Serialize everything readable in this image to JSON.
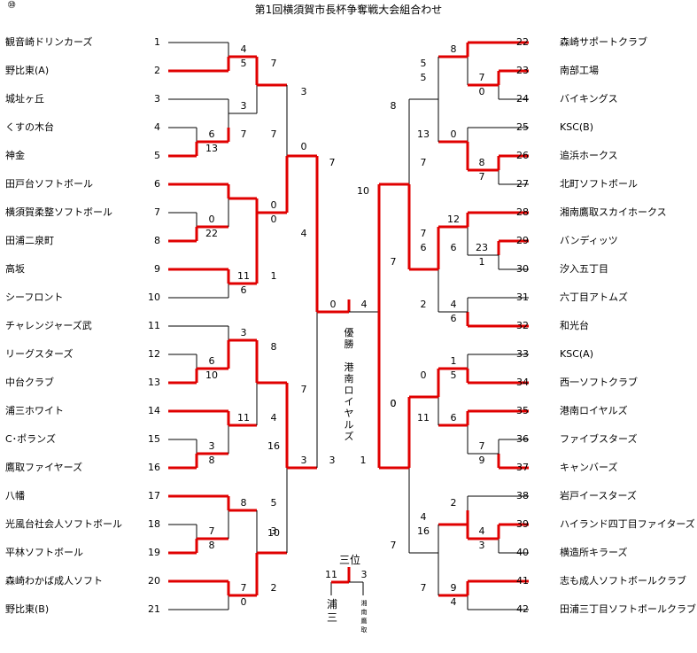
{
  "title": "第1回横須賀市長杯争奪戦大会組合わせ",
  "left_teams": [
    {
      "no": "1",
      "name": "観音崎ドリンカーズ"
    },
    {
      "no": "2",
      "name": "野比東(A)"
    },
    {
      "no": "3",
      "name": "城址ヶ丘"
    },
    {
      "no": "4",
      "name": "くすの木台"
    },
    {
      "no": "5",
      "name": "神金"
    },
    {
      "no": "6",
      "name": "田戸台ソフトボール"
    },
    {
      "no": "7",
      "name": "横須賀柔整ソフトボール"
    },
    {
      "no": "8",
      "name": "田浦二泉町"
    },
    {
      "no": "9",
      "name": "高坂"
    },
    {
      "no": "10",
      "name": "シーフロント"
    },
    {
      "no": "11",
      "name": "チャレンジャーズ武"
    },
    {
      "no": "12",
      "name": "リーグスターズ"
    },
    {
      "no": "13",
      "name": "中台クラブ"
    },
    {
      "no": "14",
      "name": "浦三ホワイト"
    },
    {
      "no": "15",
      "name": "C･ポランズ"
    },
    {
      "no": "16",
      "name": "鷹取ファイヤーズ"
    },
    {
      "no": "17",
      "name": "八幡"
    },
    {
      "no": "18",
      "name": "光風台社会人ソフトボール"
    },
    {
      "no": "19",
      "name": "平林ソフトボール"
    },
    {
      "no": "20",
      "name": "森崎わかば成人ソフト"
    },
    {
      "no": "21",
      "name": "野比東(B)"
    }
  ],
  "right_teams": [
    {
      "no": "22",
      "name": "森崎サポートクラブ"
    },
    {
      "no": "23",
      "name": "南部工場"
    },
    {
      "no": "24",
      "name": "バイキングス"
    },
    {
      "no": "25",
      "name": "KSC(B)"
    },
    {
      "no": "26",
      "name": "追浜ホークス"
    },
    {
      "no": "27",
      "name": "北町ソフトボール"
    },
    {
      "no": "28",
      "name": "湘南鷹取スカイホークス"
    },
    {
      "no": "29",
      "name": "バンディッツ"
    },
    {
      "no": "30",
      "name": "汐入五丁目"
    },
    {
      "no": "31",
      "name": "六丁目アトムズ"
    },
    {
      "no": "32",
      "name": "和光台"
    },
    {
      "no": "33",
      "name": "KSC(A)"
    },
    {
      "no": "34",
      "name": "西一ソフトクラブ"
    },
    {
      "no": "35",
      "name": "港南ロイヤルズ"
    },
    {
      "no": "36",
      "name": "ファイブスターズ"
    },
    {
      "no": "37",
      "name": "キャンバーズ"
    },
    {
      "no": "38",
      "name": "岩戸イースターズ"
    },
    {
      "no": "39",
      "name": "ハイランド四丁目ファイターズ"
    },
    {
      "no": "40",
      "name": "横造所キラーズ"
    },
    {
      "no": "41",
      "name": "志も成人ソフトボールクラブ"
    },
    {
      "no": "42",
      "name": "田浦三丁目ソフトボールクラブ"
    }
  ],
  "scores": [
    "4",
    "5",
    "3",
    "6",
    "13",
    "7",
    "0",
    "22",
    "11",
    "6",
    "3",
    "6",
    "10",
    "11",
    "3",
    "8",
    "8",
    "7",
    "8",
    "7",
    "0",
    "7",
    "7",
    "0",
    "0",
    "1",
    "8",
    "4",
    "16",
    "5",
    "3",
    "2",
    "10",
    "3",
    "0",
    "4",
    "7",
    "3",
    "7",
    "3",
    "0",
    "4",
    "8",
    "7",
    "0",
    "0",
    "8",
    "7",
    "12",
    "23",
    "1",
    "6",
    "4",
    "6",
    "1",
    "5",
    "6",
    "7",
    "9",
    "2",
    "4",
    "3",
    "9",
    "4",
    "5",
    "5",
    "13",
    "7",
    "7",
    "6",
    "2",
    "0",
    "11",
    "4",
    "16",
    "7",
    "8",
    "10",
    "0",
    "7",
    "1",
    "0",
    "7",
    "⑩"
  ],
  "champion": {
    "label_chars": [
      "優",
      "勝"
    ],
    "team_chars": [
      "港",
      "南",
      "ロ",
      "イ",
      "ヤ",
      "ル",
      "ズ"
    ]
  },
  "third_place": {
    "title": "三位",
    "left_score": "11",
    "right_score": "3",
    "winner_chars": [
      "浦",
      "三"
    ],
    "loser_chars": [
      "湘",
      "南",
      "鷹",
      "取"
    ]
  },
  "colors": {
    "win_line": "#e00000",
    "line": "#000000"
  }
}
